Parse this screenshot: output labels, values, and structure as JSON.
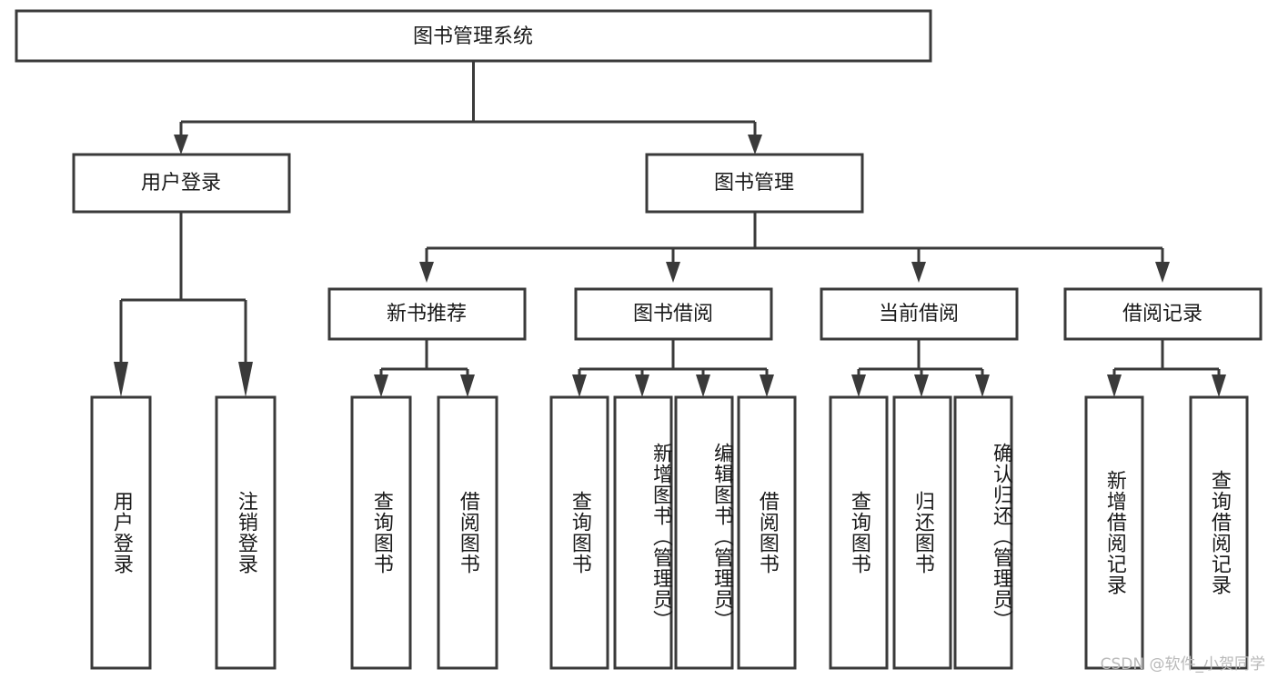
{
  "diagram": {
    "title": "图书管理系统",
    "type": "tree-hierarchy-chart",
    "root": {
      "id": "root",
      "label": "图书管理系统"
    },
    "level1": [
      {
        "id": "user-login",
        "label": "用户登录"
      },
      {
        "id": "book-management",
        "label": "图书管理"
      }
    ],
    "level2": [
      {
        "id": "new-book-recommend",
        "label": "新书推荐",
        "parent": "book-management"
      },
      {
        "id": "book-borrow",
        "label": "图书借阅",
        "parent": "book-management"
      },
      {
        "id": "current-borrow",
        "label": "当前借阅",
        "parent": "book-management"
      },
      {
        "id": "borrow-record",
        "label": "借阅记录",
        "parent": "book-management"
      }
    ],
    "leaves": [
      {
        "id": "leaf-user-login",
        "label": "用户登录",
        "parent": "user-login"
      },
      {
        "id": "leaf-logout-login",
        "label": "注销登录",
        "parent": "user-login"
      },
      {
        "id": "leaf-query-book-1",
        "label": "查询图书",
        "parent": "new-book-recommend"
      },
      {
        "id": "leaf-borrow-book-1",
        "label": "借阅图书",
        "parent": "new-book-recommend"
      },
      {
        "id": "leaf-query-book-2",
        "label": "查询图书",
        "parent": "book-borrow"
      },
      {
        "id": "leaf-add-book",
        "label": "新增图书（管理员）",
        "parent": "book-borrow"
      },
      {
        "id": "leaf-edit-book",
        "label": "编辑图书（管理员）",
        "parent": "book-borrow"
      },
      {
        "id": "leaf-borrow-book-2",
        "label": "借阅图书",
        "parent": "book-borrow"
      },
      {
        "id": "leaf-query-book-3",
        "label": "查询图书",
        "parent": "current-borrow"
      },
      {
        "id": "leaf-return-book",
        "label": "归还图书",
        "parent": "current-borrow"
      },
      {
        "id": "leaf-confirm-return",
        "label": "确认归还（管理员）",
        "parent": "current-borrow"
      },
      {
        "id": "leaf-add-record",
        "label": "新增借阅记录",
        "parent": "borrow-record"
      },
      {
        "id": "leaf-query-record",
        "label": "查询借阅记录",
        "parent": "borrow-record"
      }
    ],
    "watermark": "CSDN @软件_小贺同学",
    "colors": {
      "stroke": "#3a3a3a",
      "fill": "#ffffff",
      "text": "#1a1a1a",
      "watermark": "#b9b9b9",
      "background": "#ffffff"
    }
  }
}
